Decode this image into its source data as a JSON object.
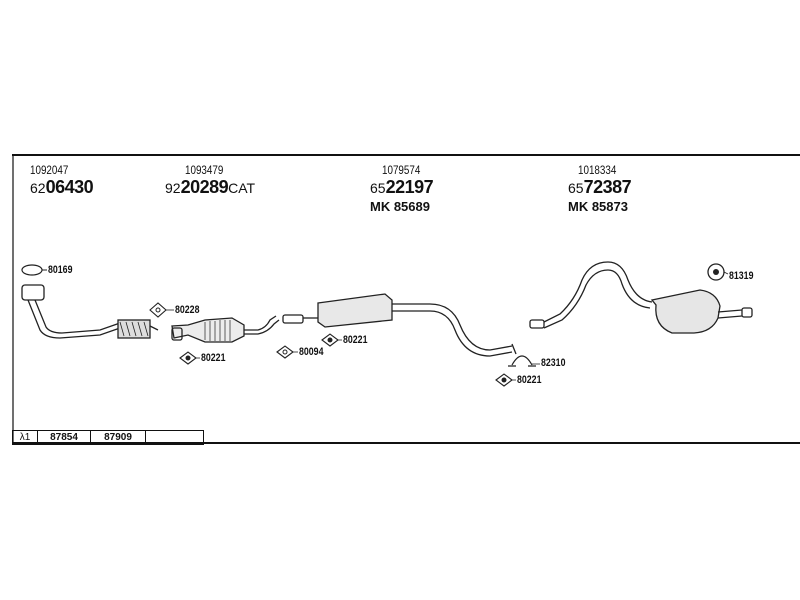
{
  "columns": [
    {
      "ref": "1092047",
      "num_prefix": "62",
      "num_main": "06430",
      "num_suffix": "",
      "mk": ""
    },
    {
      "ref": "1093479",
      "num_prefix": "92",
      "num_main": "20289",
      "num_suffix": "CAT",
      "mk": ""
    },
    {
      "ref": "1079574",
      "num_prefix": "65",
      "num_main": "22197",
      "num_suffix": "",
      "mk": "MK 85689"
    },
    {
      "ref": "1018334",
      "num_prefix": "65",
      "num_main": "72387",
      "num_suffix": "",
      "mk": "MK 85873"
    }
  ],
  "callouts": {
    "c80169": "80169",
    "c80228": "80228",
    "c80221a": "80221",
    "c80094": "80094",
    "c80221b": "80221",
    "c82310": "82310",
    "c80221c": "80221",
    "c81319": "81319"
  },
  "ref_table": {
    "lambda": "λ1",
    "cell1": "87854",
    "cell2": "87909",
    "cell3": ""
  }
}
